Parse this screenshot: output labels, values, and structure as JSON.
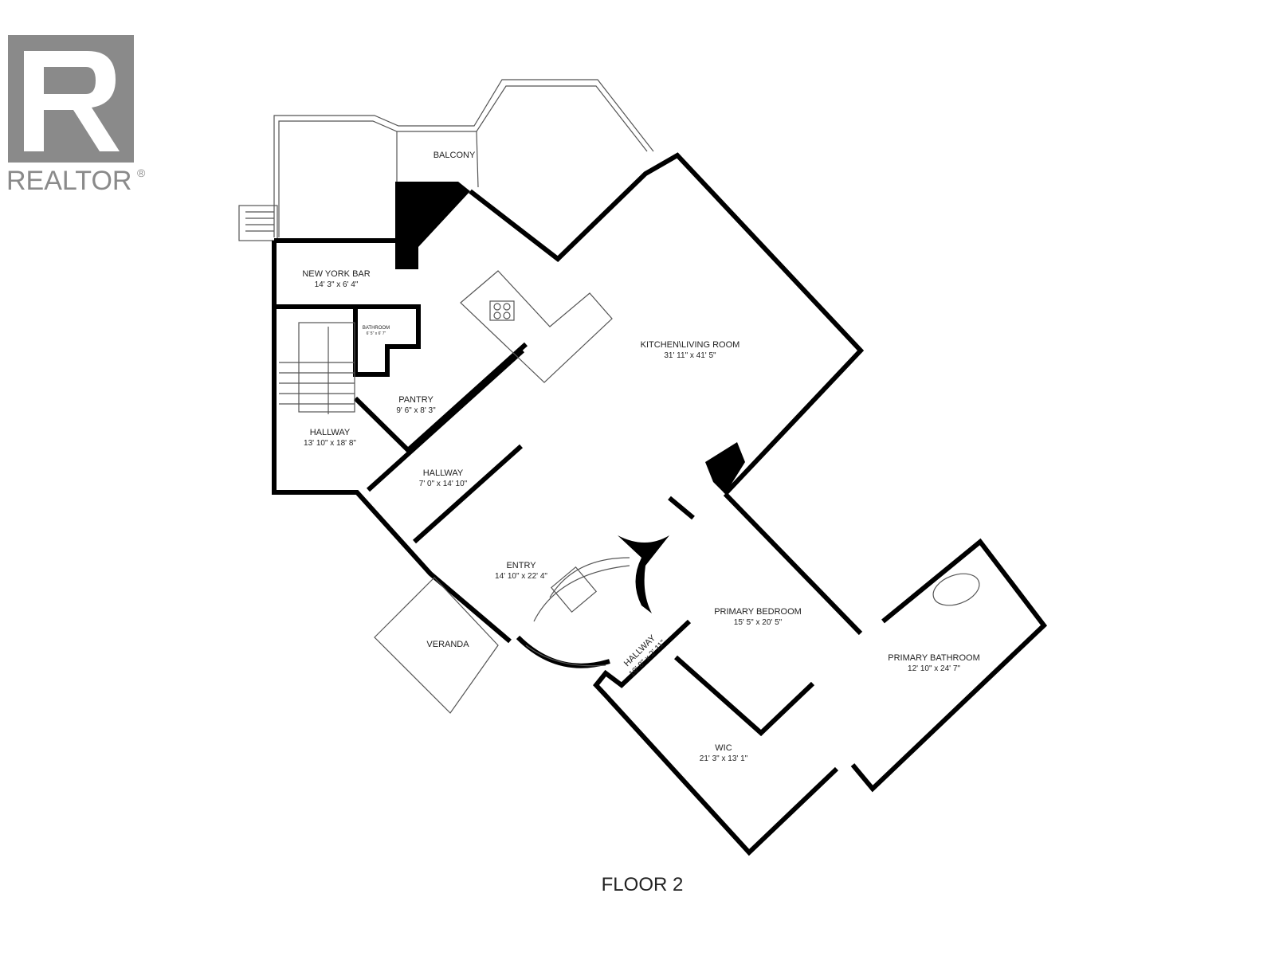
{
  "logo": {
    "text": "REALTOR",
    "mark": "®"
  },
  "floor_label": "FLOOR 2",
  "rooms": [
    {
      "name": "BALCONY",
      "dims": ""
    },
    {
      "name": "NEW YORK BAR",
      "dims": "14' 3\" x 6' 4\""
    },
    {
      "name": "BATHROOM",
      "dims": "6' 5\" x 6' 7\""
    },
    {
      "name": "KITCHEN\\LIVING ROOM",
      "dims": "31' 11\" x 41' 5\""
    },
    {
      "name": "PANTRY",
      "dims": "9' 6\" x 8' 3\""
    },
    {
      "name": "HALLWAY",
      "dims": "13' 10\" x 18' 8\""
    },
    {
      "name": "HALLWAY",
      "dims": "7' 0\" x 14' 10\""
    },
    {
      "name": "ENTRY",
      "dims": "14' 10\" x 22' 4\""
    },
    {
      "name": "VERANDA",
      "dims": ""
    },
    {
      "name": "HALLWAY",
      "dims": "10' 8\" x 2' 11\""
    },
    {
      "name": "PRIMARY BEDROOM",
      "dims": "15' 5\" x 20' 5\""
    },
    {
      "name": "PRIMARY BATHROOM",
      "dims": "12' 10\" x 24' 7\""
    },
    {
      "name": "WIC",
      "dims": "21' 3\" x 13' 1\""
    }
  ]
}
